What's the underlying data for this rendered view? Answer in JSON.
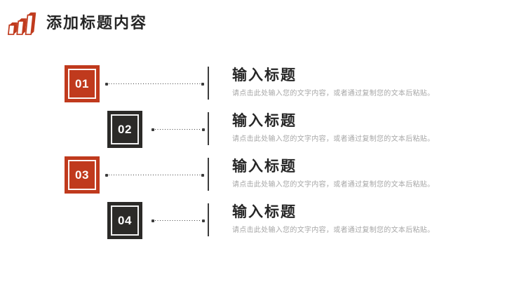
{
  "slide": {
    "header": {
      "icon": "bar-chart-icon",
      "title": "添加标题内容"
    },
    "items": [
      {
        "number": "01",
        "variant": "red",
        "title": "输入标题",
        "description": "请点击此处输入您的文字内容，或者通过复制您的文本后粘贴。"
      },
      {
        "number": "02",
        "variant": "dark",
        "title": "输入标题",
        "description": "请点击此处输入您的文字内容，或者通过复制您的文本后粘贴。"
      },
      {
        "number": "03",
        "variant": "red",
        "title": "输入标题",
        "description": "请点击此处输入您的文字内容，或者通过复制您的文本后粘贴。"
      },
      {
        "number": "04",
        "variant": "dark",
        "title": "输入标题",
        "description": "请点击此处输入您的文字内容，或者通过复制您的文本后粘贴。"
      }
    ],
    "colors": {
      "accent-red": "#c03a1d",
      "accent-dark": "#2b2a28",
      "title-text": "#262626",
      "desc-text": "#a7a7a7",
      "line": "#3c3c3c",
      "background": "#ffffff"
    }
  }
}
